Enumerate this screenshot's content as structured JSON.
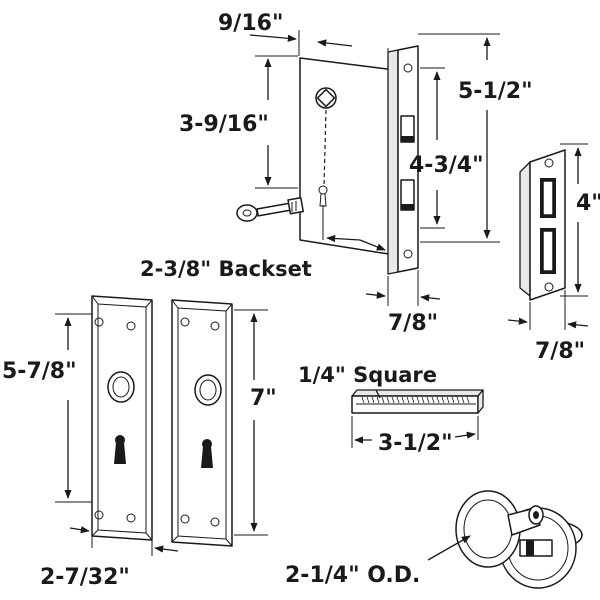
{
  "diagram": {
    "dimensions": {
      "mortise_offset": "9/16\"",
      "lock_height": "5-1/2\"",
      "spindle_height": "3-9/16\"",
      "faceplate_height": "4-3/4\"",
      "strike_height": "4\"",
      "backset": "2-3/8\" Backset",
      "faceplate_width": "7/8\"",
      "strike_width": "7/8\"",
      "escutcheon_height_left": "5-7/8\"",
      "escutcheon_height_right": "7\"",
      "spindle_square": "1/4\" Square",
      "spindle_length": "3-1/2\"",
      "escutcheon_width": "2-7/32\"",
      "knob_diameter": "2-1/4\" O.D."
    }
  }
}
